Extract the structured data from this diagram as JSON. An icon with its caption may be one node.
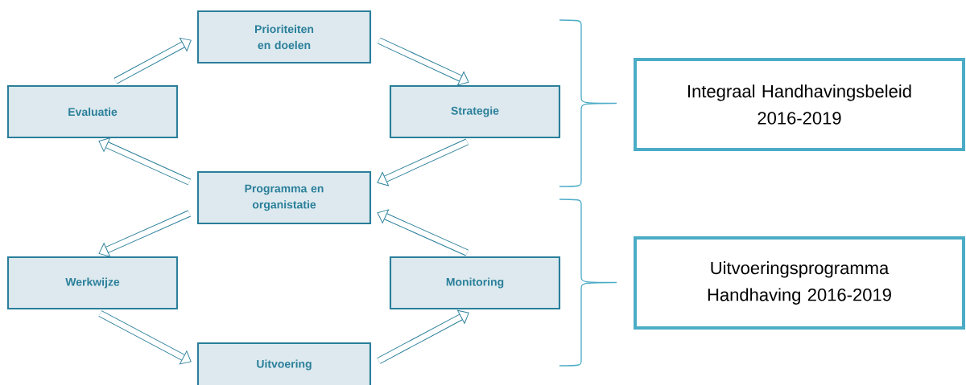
{
  "diagram": {
    "nodes": [
      {
        "text": [
          "Prioriteiten en doelen"
        ]
      },
      {
        "text": [
          "Evaluatie"
        ]
      },
      {
        "text": [
          "Strategie"
        ]
      },
      {
        "text": [
          "Programma en organistatie"
        ]
      },
      {
        "text": [
          "Werkwijze"
        ]
      },
      {
        "text": [
          "Monitoring"
        ]
      },
      {
        "text": [
          "Uitvoering"
        ]
      },
      {
        "text": [
          "Integraal Handhavingsbeleid 2016-2019"
        ]
      },
      {
        "text": [
          "Uitvoeringsprogramma Handhaving 2016-2019"
        ]
      }
    ],
    "edges": [
      {
        "from": 1,
        "to": 0,
        "arrow": "to"
      },
      {
        "from": 0,
        "to": 2,
        "arrow": "to"
      },
      {
        "from": 2,
        "to": 3,
        "arrow": "to"
      },
      {
        "from": 3,
        "to": 1,
        "arrow": "to"
      },
      {
        "from": 3,
        "to": 4,
        "arrow": "to"
      },
      {
        "from": 4,
        "to": 6,
        "arrow": "to"
      },
      {
        "from": 6,
        "to": 5,
        "arrow": "to"
      },
      {
        "from": 5,
        "to": 3,
        "arrow": "to"
      }
    ]
  }
}
